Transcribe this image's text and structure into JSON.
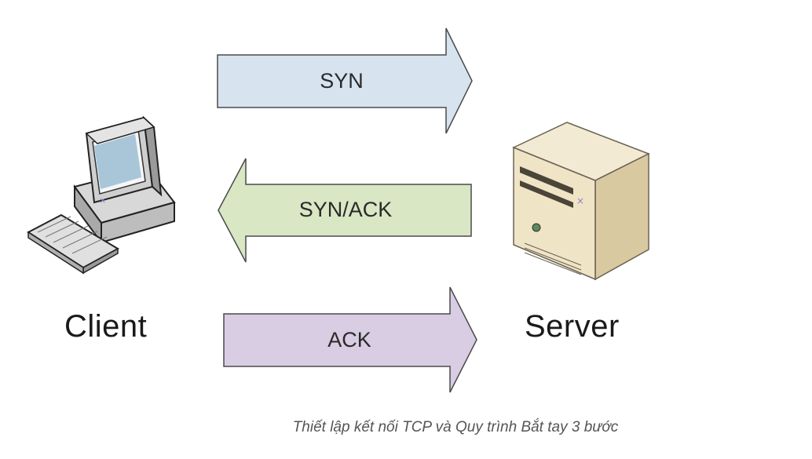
{
  "diagram": {
    "nodes": {
      "client": {
        "label": "Client"
      },
      "server": {
        "label": "Server"
      }
    },
    "messages": [
      {
        "label": "SYN",
        "direction": "client-to-server",
        "color": "#d7e4ef"
      },
      {
        "label": "SYN/ACK",
        "direction": "server-to-client",
        "color": "#d9e7c4"
      },
      {
        "label": "ACK",
        "direction": "client-to-server",
        "color": "#d8cde3"
      }
    ]
  },
  "caption": "Thiết lập kết nối TCP và Quy trình Bắt tay 3 bước",
  "icons": {
    "client": "desktop-computer-icon",
    "server": "server-tower-icon"
  }
}
